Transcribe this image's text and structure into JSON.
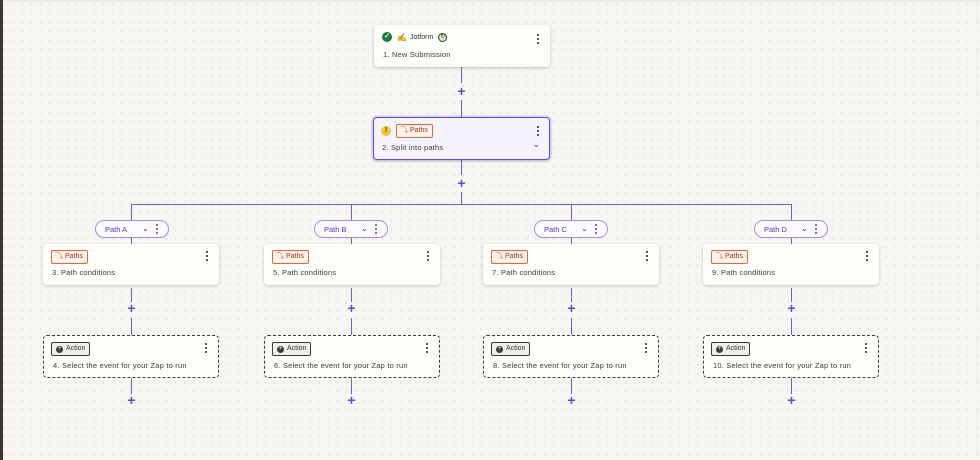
{
  "trigger": {
    "status_icon": "check-circle-icon",
    "app_name": "Jotform",
    "step_title": "1. New Submission"
  },
  "split": {
    "status_icon": "warning-icon",
    "app_name": "Paths",
    "step_title": "2. Split into paths"
  },
  "paths": [
    {
      "label": "Path A",
      "condition": {
        "app_name": "Paths",
        "step_title": "3. Path conditions"
      },
      "action": {
        "app_name": "Action",
        "step_title": "4. Select the event for your Zap to run"
      }
    },
    {
      "label": "Path B",
      "condition": {
        "app_name": "Paths",
        "step_title": "5. Path conditions"
      },
      "action": {
        "app_name": "Action",
        "step_title": "6. Select the event for your Zap to run"
      }
    },
    {
      "label": "Path C",
      "condition": {
        "app_name": "Paths",
        "step_title": "7. Path conditions"
      },
      "action": {
        "app_name": "Action",
        "step_title": "8. Select the event for your Zap to run"
      }
    },
    {
      "label": "Path D",
      "condition": {
        "app_name": "Paths",
        "step_title": "9. Path conditions"
      },
      "action": {
        "app_name": "Action",
        "step_title": "10. Select the event for your Zap to run"
      }
    }
  ],
  "icons": {
    "plus": "+",
    "chevron": "⌄",
    "paths_glyph": "⤵",
    "action_glyph": "+"
  },
  "colors": {
    "accent": "#5a4fcf",
    "connector": "#6b5fd3",
    "paths_orange": "#e06a3c",
    "success_green": "#1e7a3a",
    "warning_yellow": "#f2c43d"
  }
}
